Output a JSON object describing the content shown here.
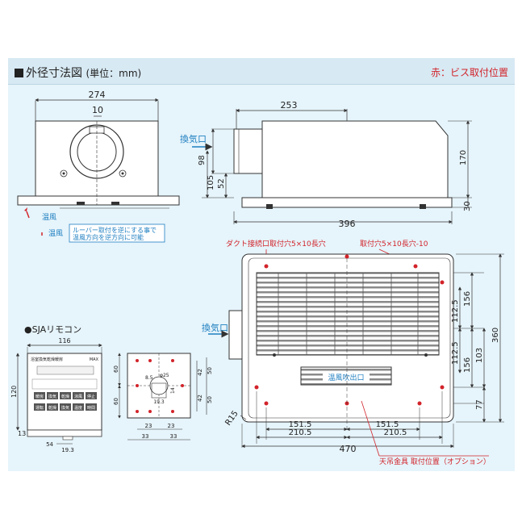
{
  "header": {
    "title": "外径寸法図",
    "unit": "(単位：mm)",
    "note": "赤：ビス取付位置"
  },
  "front_view": {
    "width": "274",
    "center_offset": "10",
    "airflow_1": "温風",
    "airflow_2": "温風",
    "louver_note_1": "ルーバー取付を逆にする事で",
    "louver_note_2": "温風方向を逆方向に可能"
  },
  "side_view": {
    "depth": "253",
    "exhaust_label": "換気口",
    "duct_diameter": "98",
    "duct_height": "105",
    "duct_offset": "52",
    "height": "170",
    "bottom_height": "30",
    "total_depth": "396"
  },
  "bottom_view": {
    "duct_screw_label": "ダクト接続口取付穴5×10長穴",
    "mount_hole_label": "取付穴5×10長穴-10",
    "exhaust_label": "換気口",
    "outlet_label": "温風吹出口",
    "dims": {
      "d156_top": "156",
      "d112_top": "112.5",
      "d360": "360",
      "d112_bottom": "112.5",
      "d103": "103",
      "d156_bottom": "156",
      "d77": "77",
      "radius": "R15",
      "d151_left": "151.5",
      "d151_right": "151.5",
      "d210_left": "210.5",
      "d210_right": "210.5",
      "d470": "470"
    },
    "bracket_label": "天吊金具 取付位置（オプション）"
  },
  "remote": {
    "title": "●SJAリモコン",
    "width": "116",
    "height": "120",
    "depth": "13",
    "dim_54": "54",
    "dim_19_3": "19.3",
    "panel_heading": "浴室換気乾燥暖房",
    "brand": "MAX",
    "buttons": [
      "暖房",
      "換気",
      "乾燥",
      "涼風",
      "停止"
    ],
    "buttons_row2": [
      "運転",
      "乾燥",
      "換気",
      "温度",
      "時間"
    ],
    "dims_back": {
      "d8_5": "8.5",
      "d25": "φ25",
      "d14": "14",
      "d19_3": "19.3",
      "d60_top": "60",
      "d60_bottom": "60",
      "d42_top": "42",
      "d42_bottom": "42",
      "d50_top": "50",
      "d50_bottom": "50",
      "d23_left": "23",
      "d23_right": "23",
      "d33_left": "33",
      "d33_right": "33"
    }
  },
  "colors": {
    "panel_bg": "#e6f4fb",
    "header_bg": "#d7e9f3",
    "accent_blue": "#1f7fc1",
    "screw_red": "#d2232a",
    "line": "#333333"
  }
}
